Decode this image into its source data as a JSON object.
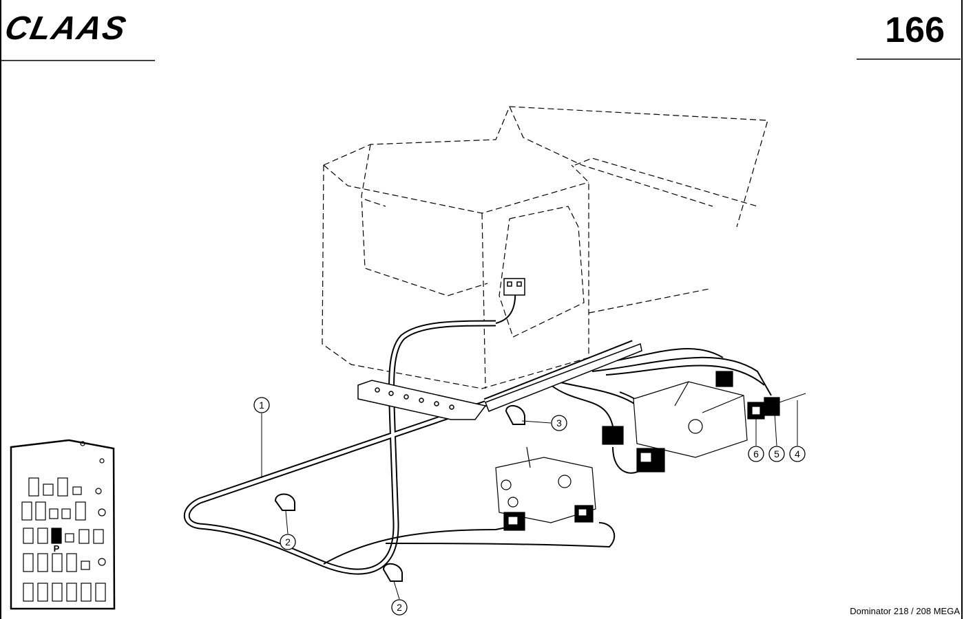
{
  "header": {
    "brand": "CLAAS",
    "page_number": "166"
  },
  "footer": {
    "model": "Dominator 218 / 208 MEGA"
  },
  "callouts": [
    {
      "id": "1",
      "label": "1"
    },
    {
      "id": "2a",
      "label": "2"
    },
    {
      "id": "2b",
      "label": "2"
    },
    {
      "id": "3",
      "label": "3"
    },
    {
      "id": "4",
      "label": "4"
    },
    {
      "id": "5",
      "label": "5"
    },
    {
      "id": "6",
      "label": "6"
    }
  ],
  "fuse_panel": {
    "marker": "P"
  }
}
